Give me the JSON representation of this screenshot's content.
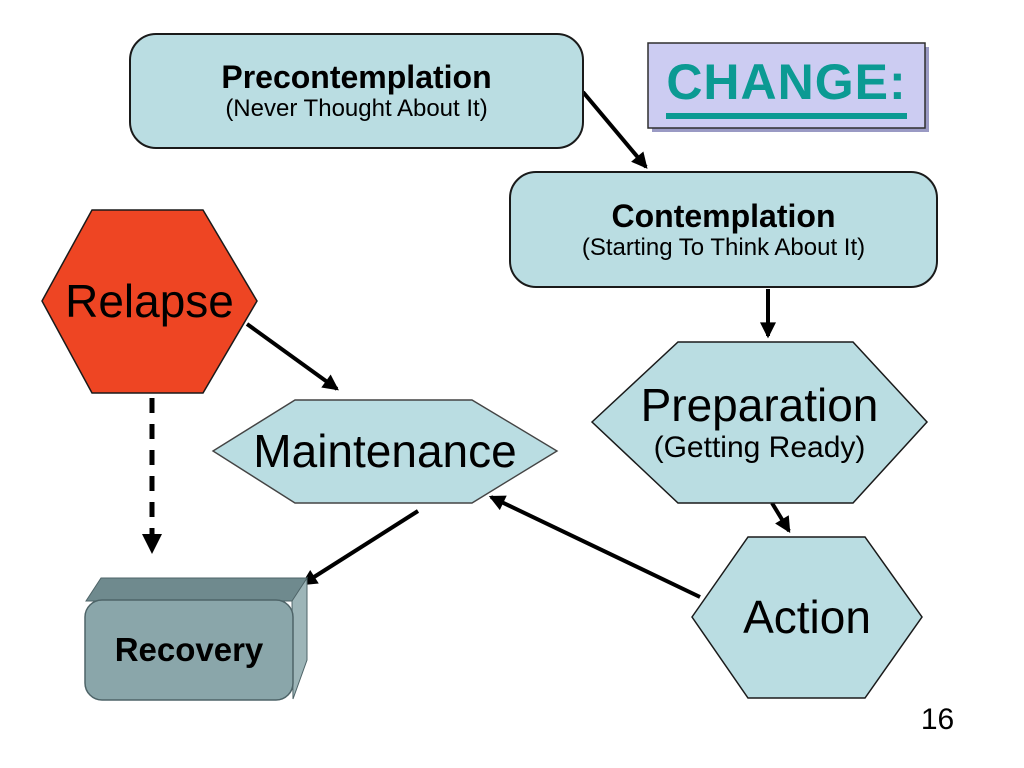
{
  "page": {
    "number": "16"
  },
  "change_banner": {
    "label": "CHANGE:",
    "fill": "#ccccf2",
    "text_color": "#0b9a93"
  },
  "nodes": {
    "precontemplation": {
      "title": "Precontemplation",
      "subtitle": "(Never Thought About It)"
    },
    "contemplation": {
      "title": "Contemplation",
      "subtitle": "(Starting To Think About It)"
    },
    "preparation": {
      "title": "Preparation",
      "subtitle": "(Getting Ready)"
    },
    "action": {
      "label": "Action"
    },
    "maintenance": {
      "label": "Maintenance"
    },
    "relapse": {
      "label": "Relapse"
    },
    "recovery": {
      "label": "Recovery"
    }
  },
  "colors": {
    "stage_fill": "#badde2",
    "relapse_fill": "#ee4523",
    "recovery_front": "#8aa6aa",
    "recovery_top": "#6f8a8e",
    "recovery_side": "#9db5b8",
    "arrow": "#000000"
  }
}
